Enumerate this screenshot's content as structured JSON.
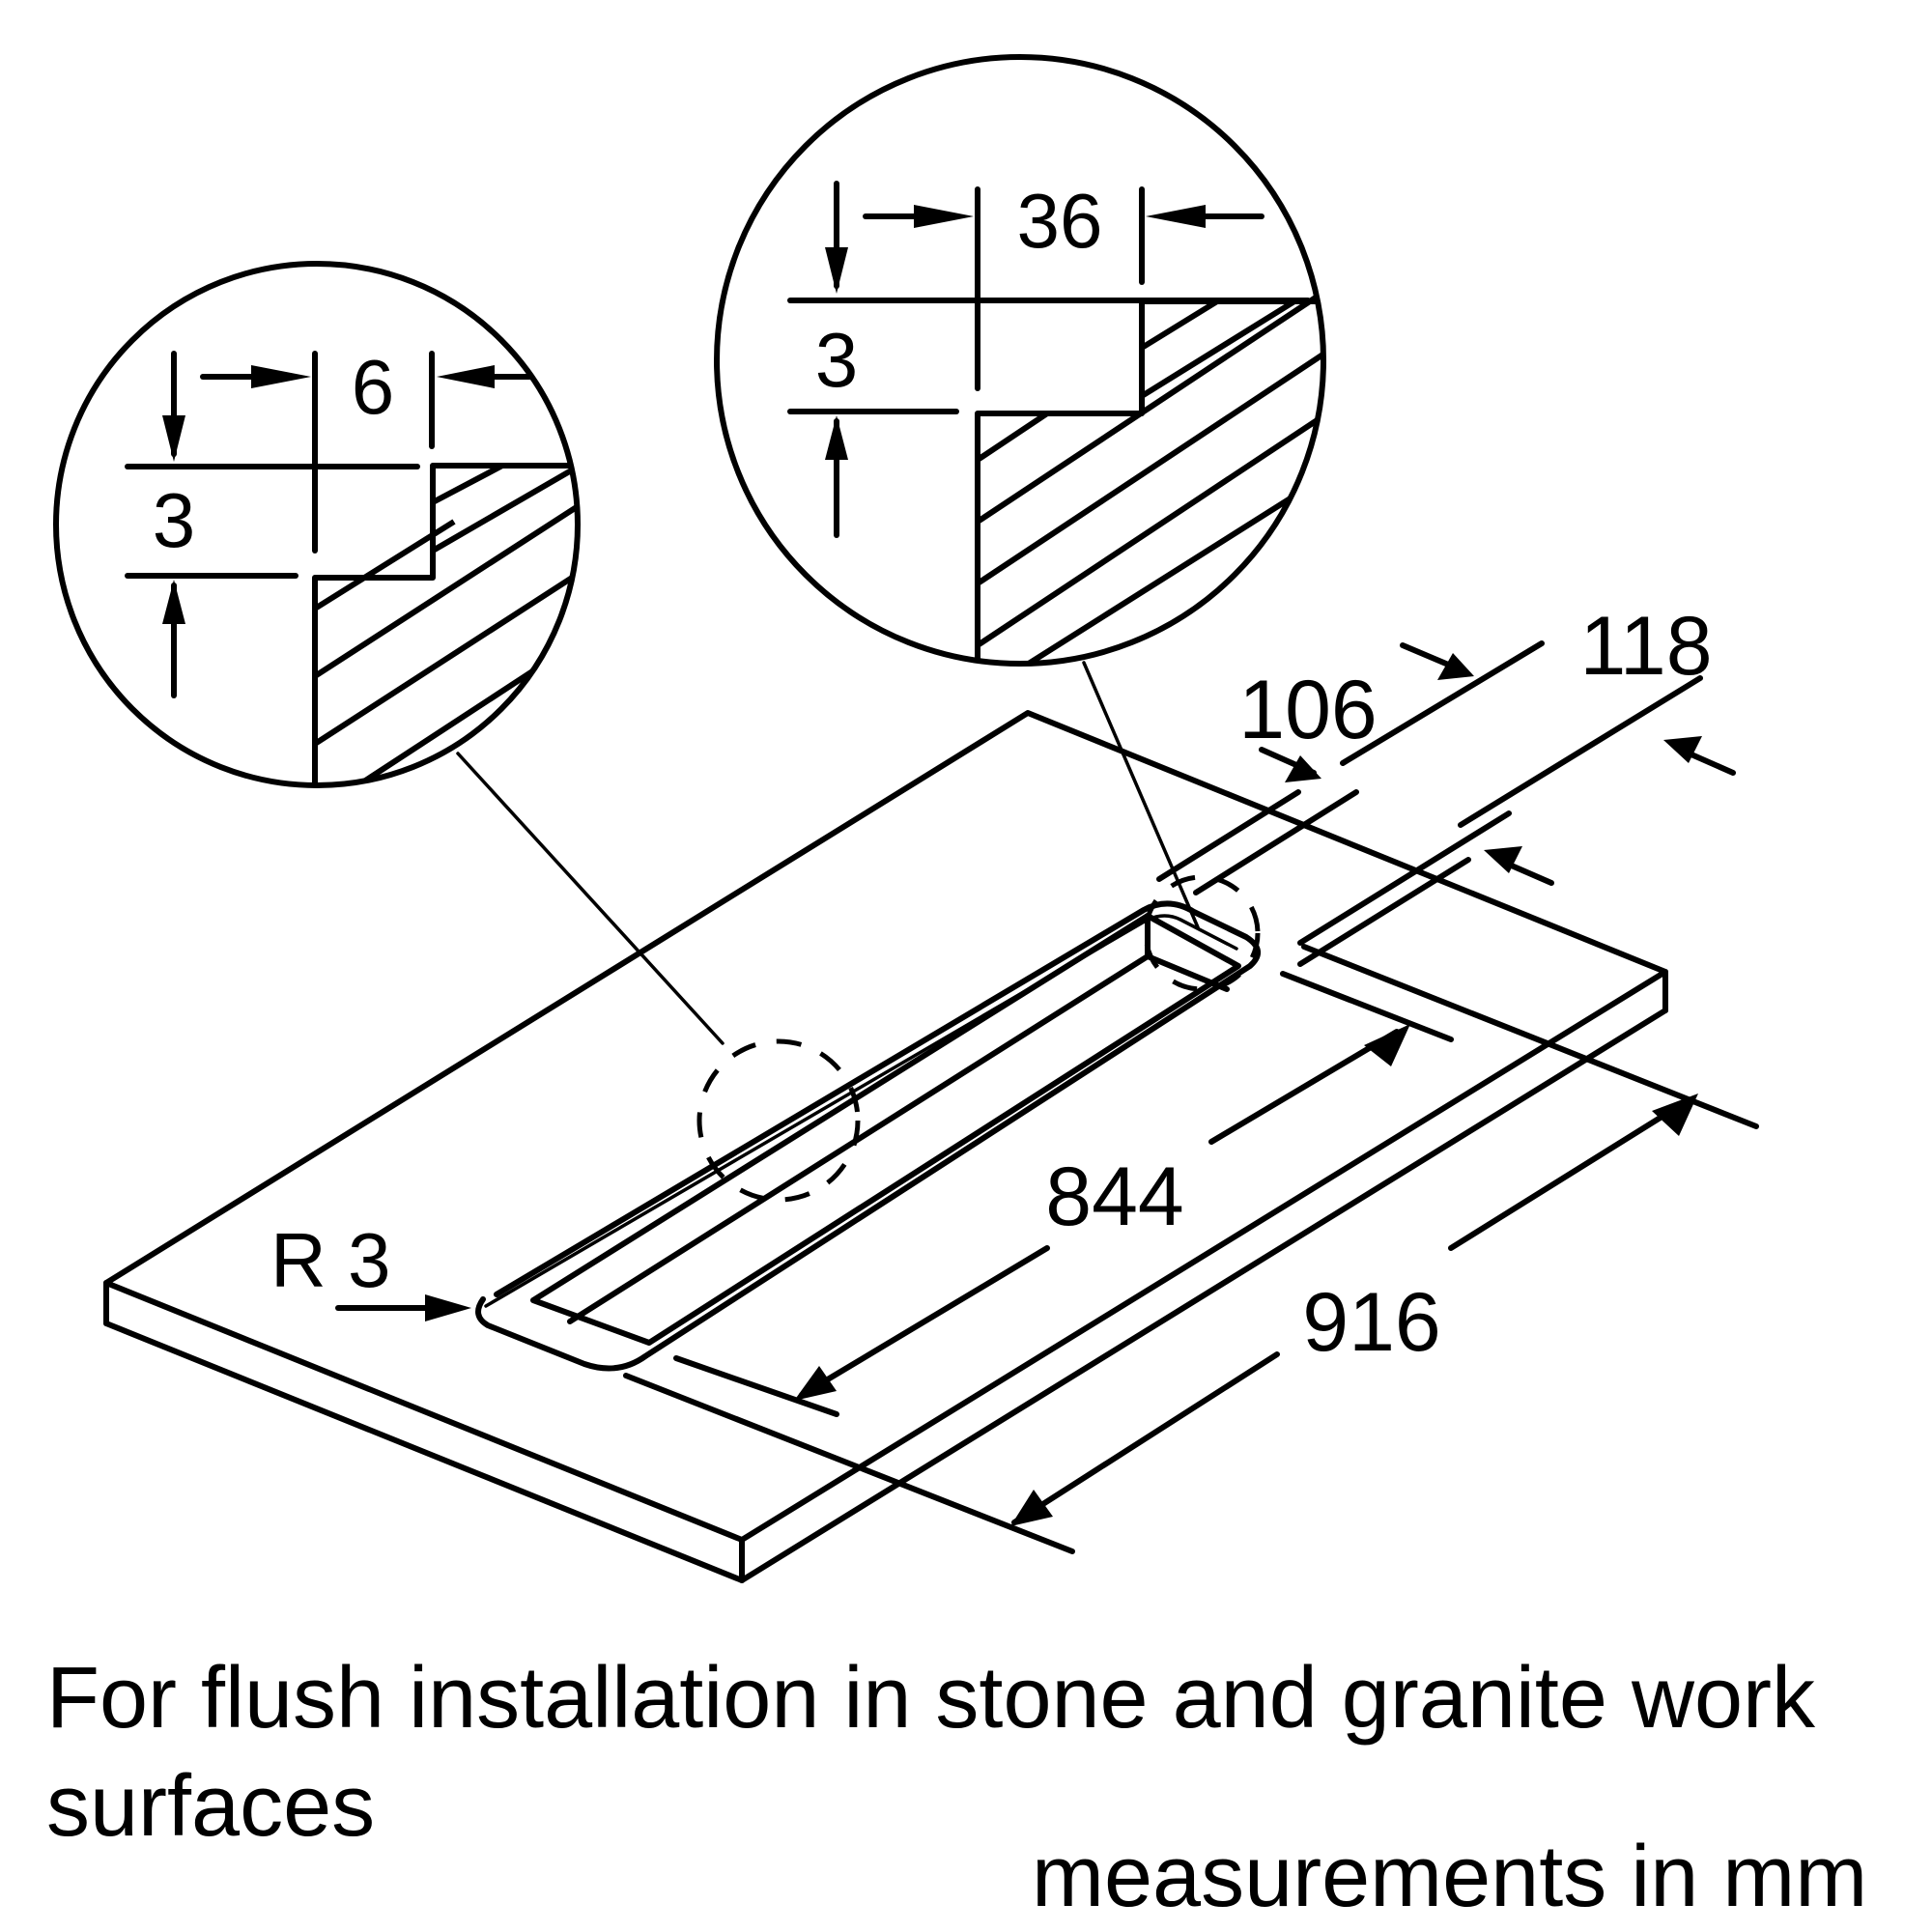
{
  "diagram": {
    "title": "Flush installation cut-out diagram",
    "detail_left": {
      "width_label": "6",
      "depth_label": "3"
    },
    "detail_right": {
      "width_label": "36",
      "depth_label": "3"
    },
    "dimensions": {
      "radius_label": "R 3",
      "inner_length": "844",
      "outer_length": "916",
      "inner_width": "106",
      "outer_width": "118"
    }
  },
  "caption": "For flush installation in stone and granite work surfaces",
  "units_note": "measurements in mm"
}
